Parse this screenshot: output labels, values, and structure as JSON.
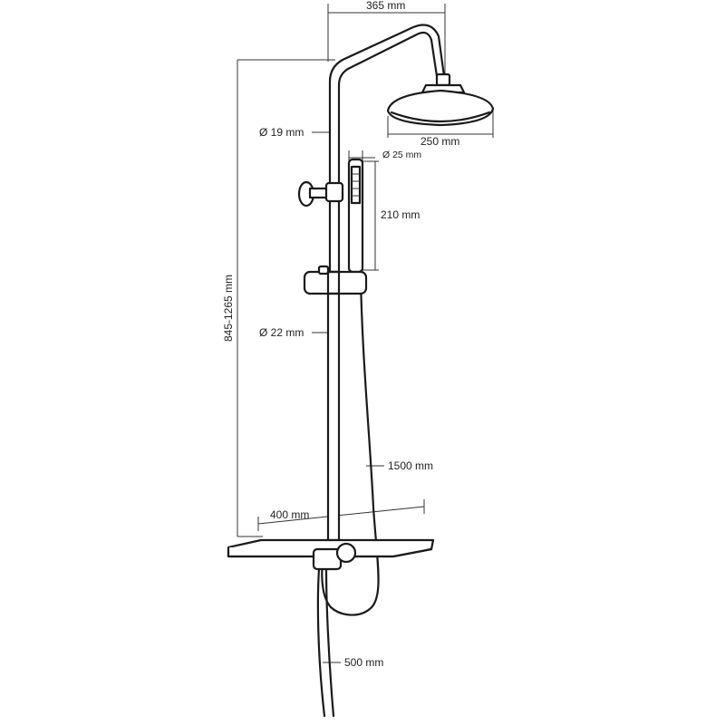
{
  "dimensions": {
    "arm_reach": "365 mm",
    "head_diameter": "250 mm",
    "upper_pipe_diameter": "Ø 19 mm",
    "hand_shower_diameter": "Ø 25 mm",
    "hand_shower_length": "210 mm",
    "total_height": "845-1265 mm",
    "lower_pipe_diameter": "Ø 22 mm",
    "hose_length": "1500 mm",
    "shelf_width": "400 mm",
    "inlet_hose_length": "500 mm"
  }
}
